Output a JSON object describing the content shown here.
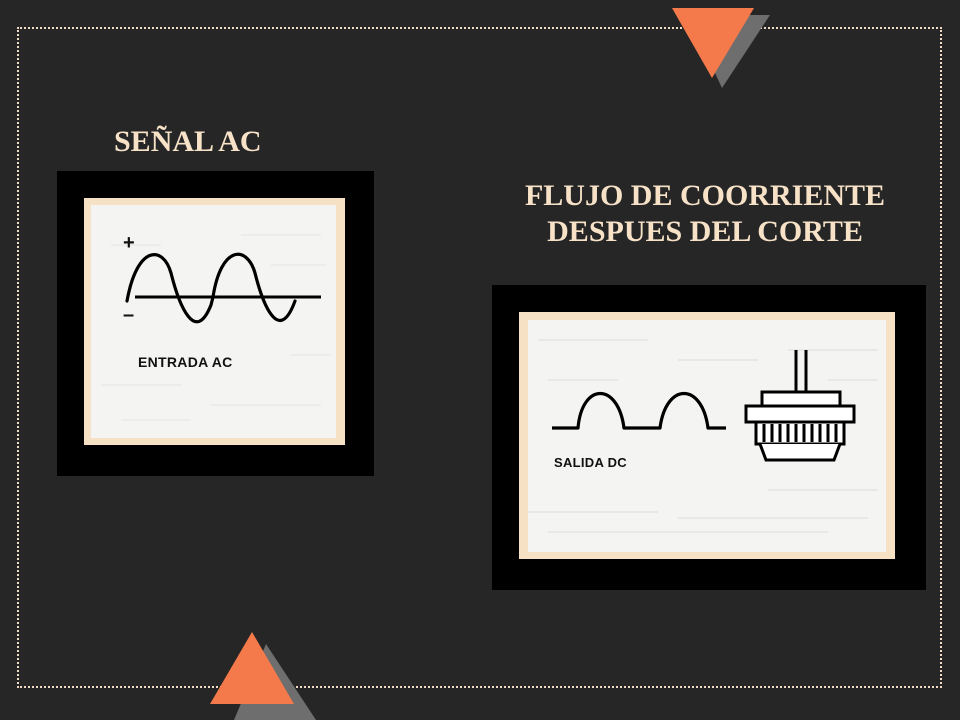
{
  "slide": {
    "background": "#262626",
    "frame_color": "#f0dcc4",
    "accent_orange": "#f47a4b",
    "accent_gray": "#6e6e6e",
    "title_color": "#f7e2c8"
  },
  "left_panel": {
    "title": "SEÑAL  AC",
    "plus_sign": "+",
    "minus_sign": "–",
    "caption": "ENTRADA  AC"
  },
  "right_panel": {
    "title_line1": "FLUJO DE COORRIENTE",
    "title_line2": "DESPUES DEL CORTE",
    "caption": "SALIDA DC"
  },
  "decor": {
    "top_triangle_icon": "triangle-down-icon",
    "bottom_triangle_icon": "triangle-up-icon",
    "component_icon": "diode-bridge-icon"
  }
}
